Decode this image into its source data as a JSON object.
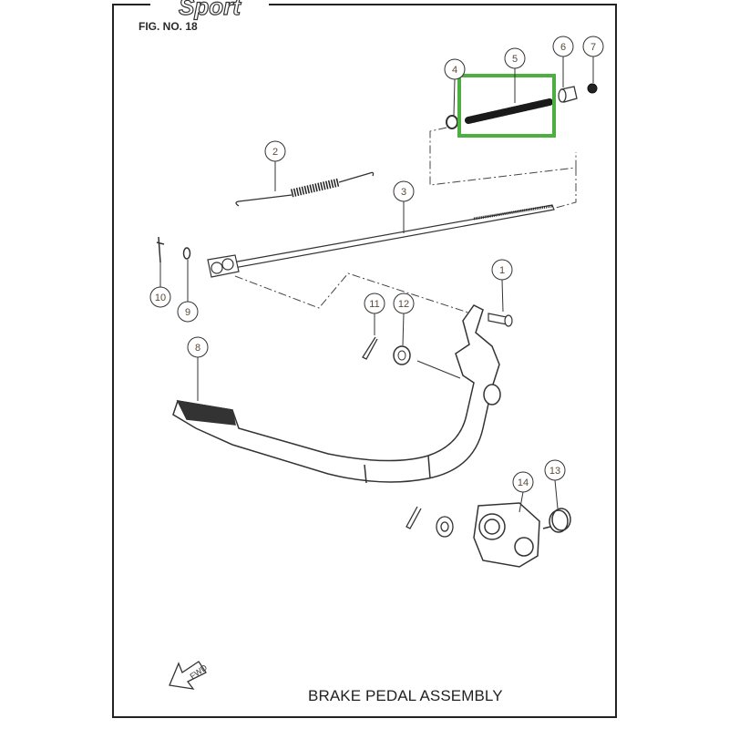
{
  "header": {
    "logo_text": "Sport",
    "figure_number": "FIG. NO. 18"
  },
  "footer": {
    "title": "BRAKE PEDAL ASSEMBLY"
  },
  "direction_arrow": {
    "label": "FWD"
  },
  "highlight": {
    "part": "5",
    "color": "#4caf3f"
  },
  "callouts": [
    {
      "id": "1"
    },
    {
      "id": "2"
    },
    {
      "id": "3"
    },
    {
      "id": "4"
    },
    {
      "id": "5"
    },
    {
      "id": "6"
    },
    {
      "id": "7"
    },
    {
      "id": "8"
    },
    {
      "id": "9"
    },
    {
      "id": "10"
    },
    {
      "id": "11"
    },
    {
      "id": "12"
    },
    {
      "id": "13"
    },
    {
      "id": "14"
    }
  ]
}
